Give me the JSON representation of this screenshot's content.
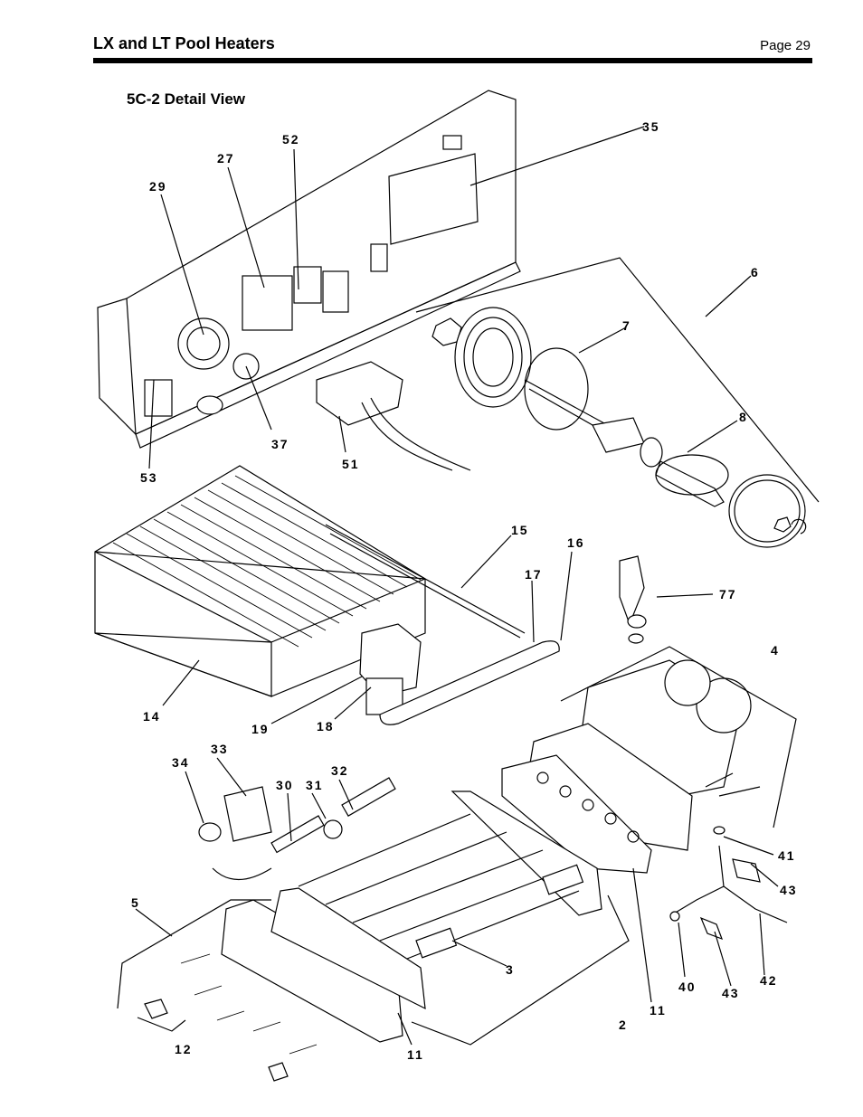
{
  "header": {
    "title": "LX and LT Pool Heaters",
    "page": "Page 29"
  },
  "section": {
    "title": "5C-2 Detail View"
  },
  "callouts": [
    {
      "id": "c35",
      "label": "35"
    },
    {
      "id": "c52",
      "label": "52"
    },
    {
      "id": "c27",
      "label": "27"
    },
    {
      "id": "c29",
      "label": "29"
    },
    {
      "id": "c6",
      "label": "6"
    },
    {
      "id": "c7",
      "label": "7"
    },
    {
      "id": "c8",
      "label": "8"
    },
    {
      "id": "c37",
      "label": "37"
    },
    {
      "id": "c51",
      "label": "51"
    },
    {
      "id": "c53",
      "label": "53"
    },
    {
      "id": "c15",
      "label": "15"
    },
    {
      "id": "c16",
      "label": "16"
    },
    {
      "id": "c17",
      "label": "17"
    },
    {
      "id": "c77",
      "label": "77"
    },
    {
      "id": "c4",
      "label": "4"
    },
    {
      "id": "c14",
      "label": "14"
    },
    {
      "id": "c19",
      "label": "19"
    },
    {
      "id": "c18",
      "label": "18"
    },
    {
      "id": "c33",
      "label": "33"
    },
    {
      "id": "c34",
      "label": "34"
    },
    {
      "id": "c32",
      "label": "32"
    },
    {
      "id": "c30",
      "label": "30"
    },
    {
      "id": "c31",
      "label": "31"
    },
    {
      "id": "c41",
      "label": "41"
    },
    {
      "id": "c43a",
      "label": "43"
    },
    {
      "id": "c5",
      "label": "5"
    },
    {
      "id": "c3",
      "label": "3"
    },
    {
      "id": "c42",
      "label": "42"
    },
    {
      "id": "c40",
      "label": "40"
    },
    {
      "id": "c43b",
      "label": "43"
    },
    {
      "id": "c11a",
      "label": "11"
    },
    {
      "id": "c2",
      "label": "2"
    },
    {
      "id": "c12",
      "label": "12"
    },
    {
      "id": "c11b",
      "label": "11"
    }
  ]
}
